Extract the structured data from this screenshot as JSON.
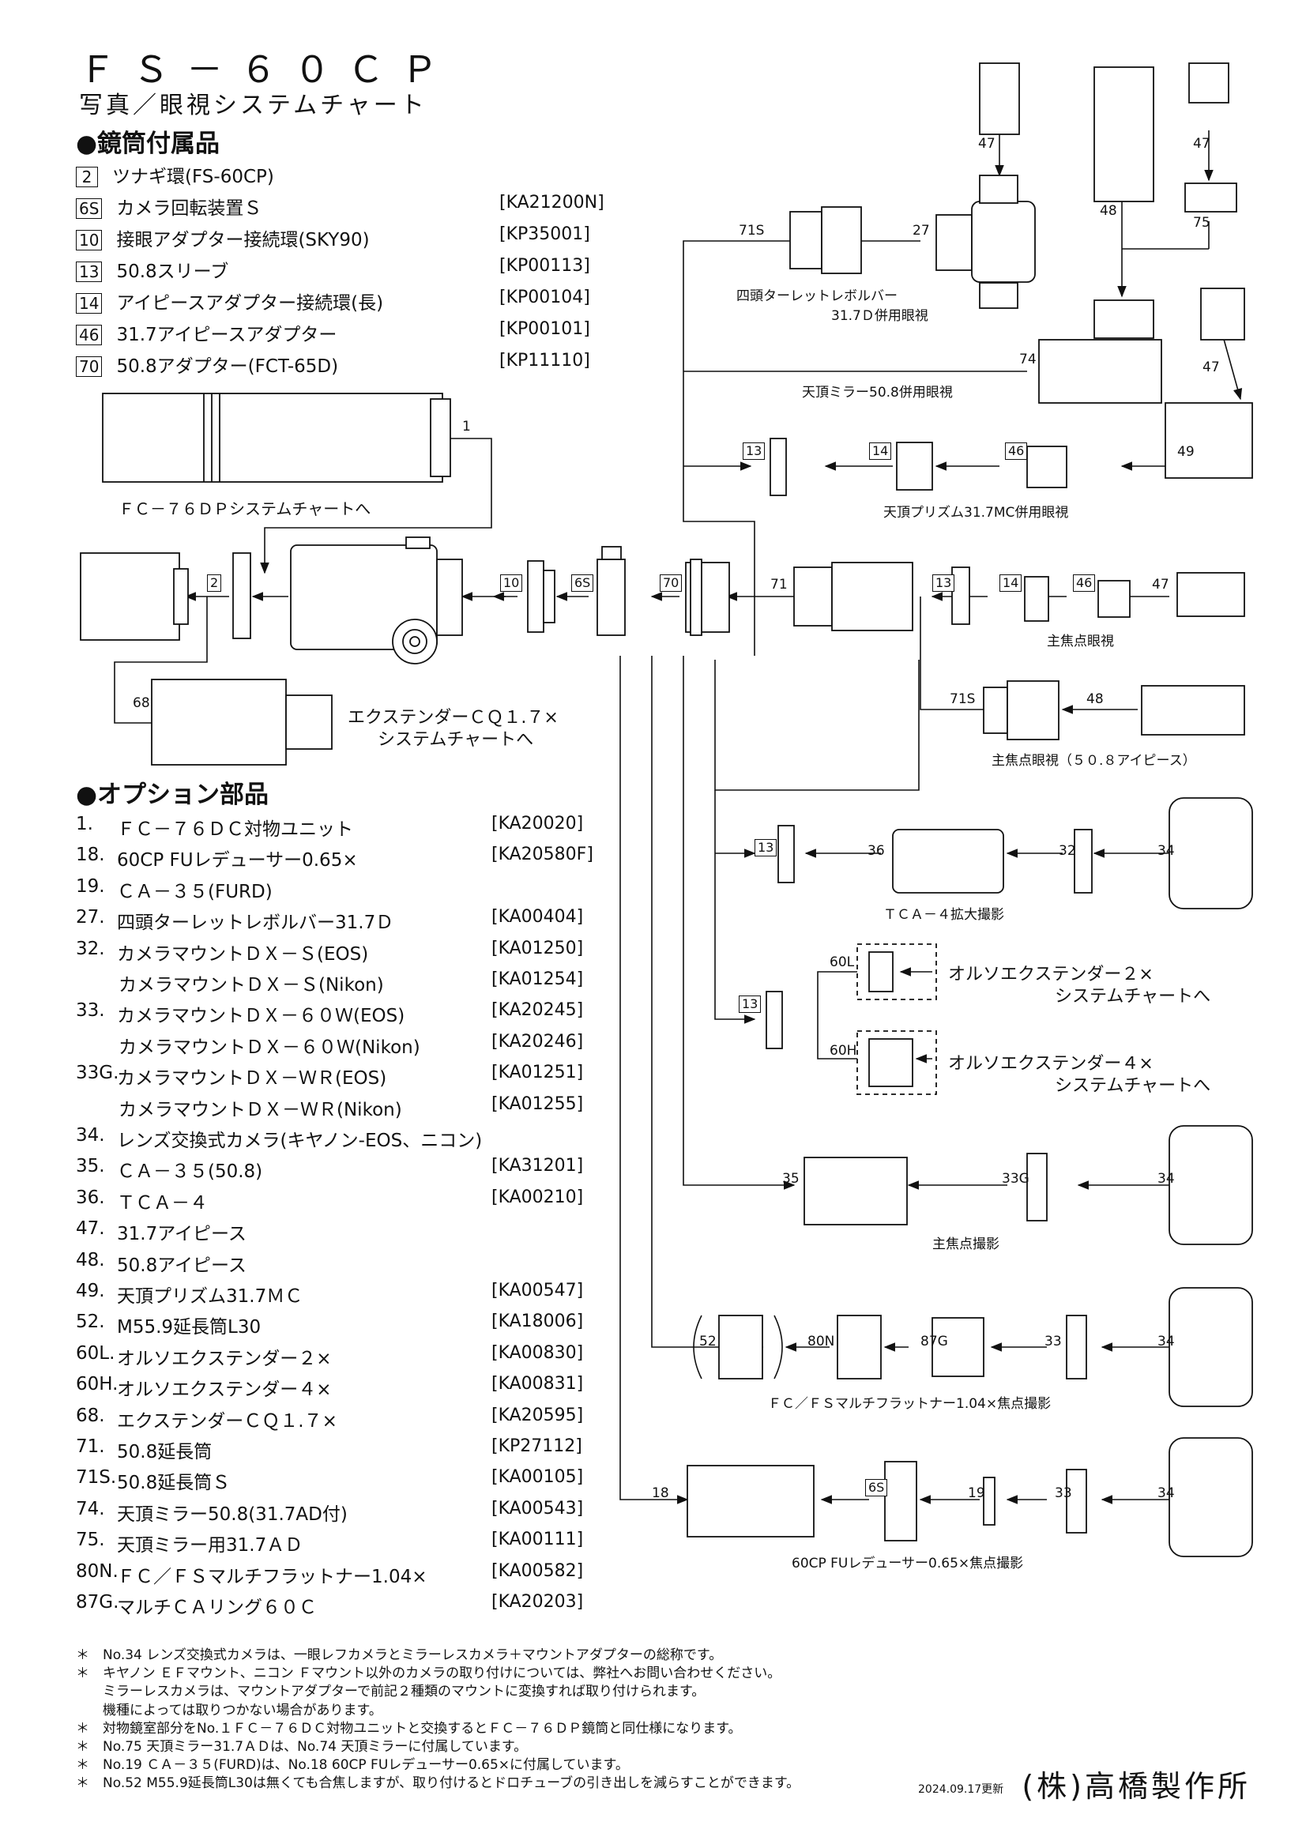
{
  "title": "ＦＳ－６０ＣＰ",
  "subtitle": "写真／眼視システムチャート",
  "accessories_heading": "●鏡筒付属品",
  "accessories": [
    {
      "num": "2",
      "name": "ツナギ環(FS-60CP)",
      "code": ""
    },
    {
      "num": "6S",
      "name": "カメラ回転装置Ｓ",
      "code": "[KA21200N]"
    },
    {
      "num": "10",
      "name": "接眼アダプター接続環(SKY90)",
      "code": "[KP35001]"
    },
    {
      "num": "13",
      "name": "50.8スリーブ",
      "code": "[KP00113]"
    },
    {
      "num": "14",
      "name": "アイピースアダプター接続環(長)",
      "code": "[KP00104]"
    },
    {
      "num": "46",
      "name": "31.7アイピースアダプター",
      "code": "[KP00101]"
    },
    {
      "num": "70",
      "name": "50.8アダプター(FCT-65D)",
      "code": "[KP11110]"
    }
  ],
  "options_heading": "●オプション部品",
  "options": [
    {
      "num": "1.",
      "name": "ＦＣ－７６ＤＣ対物ユニット",
      "code": "[KA20020]"
    },
    {
      "num": "18.",
      "name": "60CP FUレデューサー0.65×",
      "code": "[KA20580F]"
    },
    {
      "num": "19.",
      "name": "ＣＡ－３５(FURD)",
      "code": ""
    },
    {
      "num": "27.",
      "name": "四頭ターレットレボルバー31.7Ｄ",
      "code": "[KA00404]"
    },
    {
      "num": "32.",
      "name": "カメラマウントＤＸ－Ｓ(EOS)",
      "code": "[KA01250]"
    },
    {
      "num": "",
      "name": "カメラマウントＤＸ－Ｓ(Nikon)",
      "code": "[KA01254]"
    },
    {
      "num": "33.",
      "name": "カメラマウントＤＸ－６０Ｗ(EOS)",
      "code": "[KA20245]"
    },
    {
      "num": "",
      "name": "カメラマウントＤＸ－６０Ｗ(Nikon)",
      "code": "[KA20246]"
    },
    {
      "num": "33G.",
      "name": "カメラマウントＤＸ－ＷＲ(EOS)",
      "code": "[KA01251]"
    },
    {
      "num": "",
      "name": "カメラマウントＤＸ－ＷＲ(Nikon)",
      "code": "[KA01255]"
    },
    {
      "num": "34.",
      "name": "レンズ交換式カメラ(キヤノン-EOS、ニコン)",
      "code": ""
    },
    {
      "num": "35.",
      "name": "ＣＡ－３５(50.8)",
      "code": "[KA31201]"
    },
    {
      "num": "36.",
      "name": "ＴＣＡ－４",
      "code": "[KA00210]"
    },
    {
      "num": "47.",
      "name": "31.7アイピース",
      "code": ""
    },
    {
      "num": "48.",
      "name": "50.8アイピース",
      "code": ""
    },
    {
      "num": "49.",
      "name": "天頂プリズム31.7ＭＣ",
      "code": "[KA00547]"
    },
    {
      "num": "52.",
      "name": "M55.9延長筒L30",
      "code": "[KA18006]"
    },
    {
      "num": "60L.",
      "name": "オルソエクステンダー２×",
      "code": "[KA00830]"
    },
    {
      "num": "60H.",
      "name": "オルソエクステンダー４×",
      "code": "[KA00831]"
    },
    {
      "num": "68.",
      "name": "エクステンダーＣＱ１.７×",
      "code": "[KA20595]"
    },
    {
      "num": "71.",
      "name": "50.8延長筒",
      "code": "[KP27112]"
    },
    {
      "num": "71S.",
      "name": "50.8延長筒Ｓ",
      "code": "[KA00105]"
    },
    {
      "num": "74.",
      "name": "天頂ミラー50.8(31.7AD付)",
      "code": "[KA00543]"
    },
    {
      "num": "75.",
      "name": "天頂ミラー用31.7ＡＤ",
      "code": "[KA00111]"
    },
    {
      "num": "80N.",
      "name": "ＦＣ／ＦＳマルチフラットナー1.04×",
      "code": "[KA00582]"
    },
    {
      "num": "87G.",
      "name": "マルチＣＡリング６０Ｃ",
      "code": "[KA20203]"
    }
  ],
  "notes": [
    "＊　No.34 レンズ交換式カメラは、一眼レフカメラとミラーレスカメラ＋マウントアダプターの総称です。",
    "＊　キヤノン ＥＦマウント、ニコン Ｆマウント以外のカメラの取り付けについては、弊社へお問い合わせください。",
    "　　ミラーレスカメラは、マウントアダプターで前記２種類のマウントに変換すれば取り付けられます。",
    "　　機種によっては取りつかない場合があります。",
    "＊　対物鏡室部分をNo.１ＦＣ－７６ＤＣ対物ユニットと交換するとＦＣ－７６ＤＰ鏡筒と同仕様になります。",
    "＊　No.75 天頂ミラー31.7ＡＤは、No.74 天頂ミラーに付属しています。",
    "＊　No.19 ＣＡ－３５(FURD)は、No.18 60CP FUレデューサー0.65×に付属しています。",
    "＊　No.52 M55.9延長筒L30は無くても合焦しますが、取り付けるとドロチューブの引き出しを減らすことができます。"
  ],
  "updated": "2024.09.17更新",
  "company": "(株)高橋製作所",
  "diagram": {
    "captions": {
      "fc76dp": "ＦＣ－７６ＤＰシステムチャートへ",
      "cq17_line1": "エクステンダーＣＱ１.７×",
      "cq17_line2": "システムチャートへ",
      "turret": "四頭ターレットレボルバー",
      "turret2": "31.7Ｄ併用眼視",
      "mirror": "天頂ミラー50.8併用眼視",
      "prism": "天頂プリズム31.7MC併用眼視",
      "prime_visual": "主焦点眼視",
      "prime_visual_508": "主焦点眼視（５０.８アイピース）",
      "tca": "ＴＣＡ－４拡大撮影",
      "ortho2_line1": "オルソエクステンダー２×",
      "ortho2_line2": "システムチャートへ",
      "ortho4_line1": "オルソエクステンダー４×",
      "ortho4_line2": "システムチャートへ",
      "prime_photo": "主焦点撮影",
      "flattener": "ＦＣ／ＦＳマルチフラットナー1.04×焦点撮影",
      "reducer": "60CP FUレデューサー0.65×焦点撮影"
    },
    "labels": {
      "l1": "1",
      "l2": "2",
      "l6s": "6S",
      "l10": "10",
      "l13": "13",
      "l14": "14",
      "l18": "18",
      "l19": "19",
      "l27": "27",
      "l32": "32",
      "l33": "33",
      "l33g": "33G",
      "l34": "34",
      "l35": "35",
      "l36": "36",
      "l46": "46",
      "l47": "47",
      "l48": "48",
      "l49": "49",
      "l52": "52",
      "l60l": "60L",
      "l60h": "60H",
      "l68": "68",
      "l70": "70",
      "l71": "71",
      "l71s": "71S",
      "l74": "74",
      "l75": "75",
      "l80n": "80N",
      "l87g": "87G"
    }
  }
}
